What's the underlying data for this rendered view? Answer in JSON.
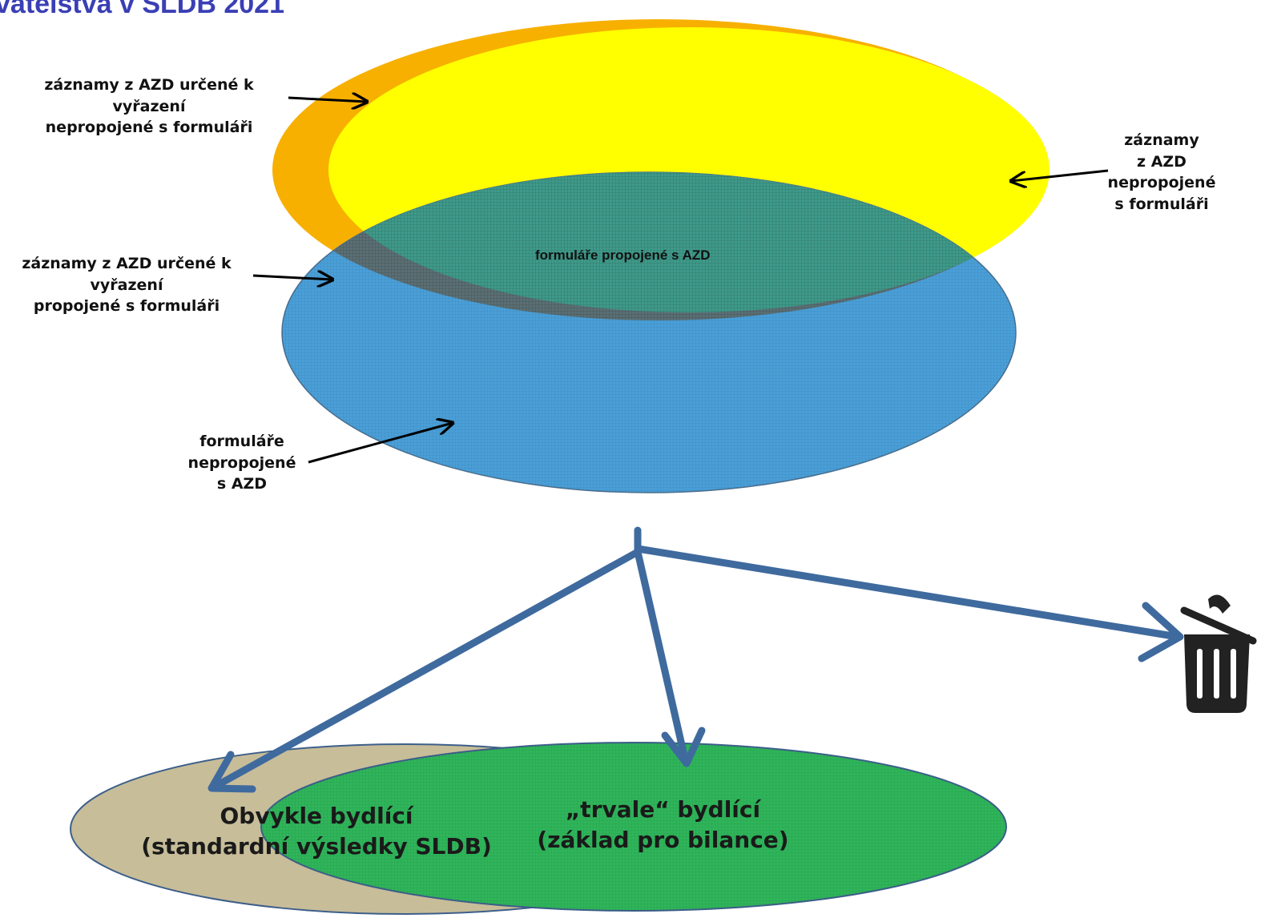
{
  "title": "vatelstva v SLDB 2021",
  "labels": {
    "excluded_unlinked": [
      "záznamy z AZD určené k",
      "vyřazení",
      "nepropojené s formuláři"
    ],
    "azd_unlinked": [
      "záznamy",
      "z AZD",
      "nepropojené",
      "s formuláři"
    ],
    "excluded_linked": [
      "záznamy z AZD určené k",
      "vyřazení",
      "propojené s formuláři"
    ],
    "linked": "formuláře propojené s AZD",
    "forms_unlinked": [
      "formuláře",
      "nepropojené",
      "s AZD"
    ]
  },
  "outputs": {
    "usual": [
      "Obvykle bydlící",
      "(standardní výsledky SLDB)"
    ],
    "permanent": [
      "„trvale“ bydlící",
      "(základ pro bilance)"
    ]
  },
  "icons": [
    "trash-can-icon"
  ],
  "colors": {
    "title": "#3a3fb5",
    "orange": "#f7b000",
    "yellow": "#ffff00",
    "blue": "#4a9fd8",
    "teal_overlap": "#3f9a8a",
    "tan": "#c7bd99",
    "green": "#2fb55a",
    "arrow_blue": "#3f6a9e"
  }
}
